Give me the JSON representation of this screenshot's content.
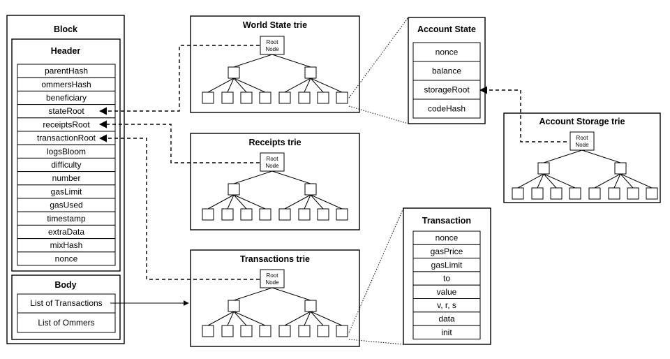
{
  "block": {
    "title": "Block",
    "header": {
      "title": "Header",
      "fields": [
        "parentHash",
        "ommersHash",
        "beneficiary",
        "stateRoot",
        "receiptsRoot",
        "transactionRoot",
        "logsBloom",
        "difficulty",
        "number",
        "gasLimit",
        "gasUsed",
        "timestamp",
        "extraData",
        "mixHash",
        "nonce"
      ]
    },
    "body": {
      "title": "Body",
      "fields": [
        "List of Transactions",
        "List of Ommers"
      ]
    }
  },
  "tries": {
    "world_state": "World State trie",
    "receipts": "Receipts trie",
    "transactions": "Transactions trie",
    "account_storage": "Account Storage trie",
    "root_node_line1": "Root",
    "root_node_line2": "Node"
  },
  "account_state": {
    "title": "Account State",
    "fields": [
      "nonce",
      "balance",
      "storageRoot",
      "codeHash"
    ]
  },
  "transaction": {
    "title": "Transaction",
    "fields": [
      "nonce",
      "gasPrice",
      "gasLimit",
      "to",
      "value",
      "v, r, s",
      "data",
      "init"
    ]
  }
}
